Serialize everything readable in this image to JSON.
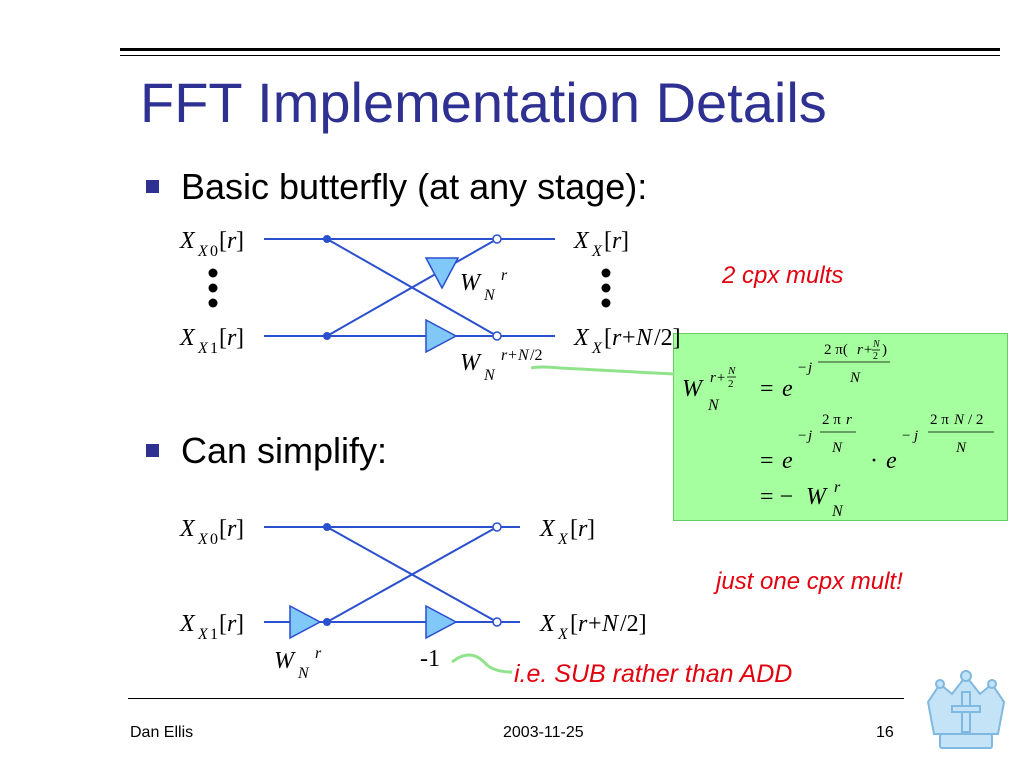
{
  "slide": {
    "title": "FFT Implementation Details",
    "bullets": [
      "Basic butterfly (at any stage):",
      "Can simplify:"
    ],
    "notes": {
      "mults": "2 cpx mults",
      "one_mult": "just one cpx mult!",
      "sub_note": "i.e. SUB rather than ADD"
    },
    "neg_one": "-1"
  },
  "footer": {
    "author": "Dan Ellis",
    "date": "2003-11-25",
    "page": "16"
  },
  "colors": {
    "title": "#2e3192",
    "wire": "#2a4fcf",
    "note_red": "#e3000f",
    "eq_box": "#a6ff9e",
    "amp_fill": "#7fc8f8"
  },
  "icons": {
    "logo": "columbia-crown-logo"
  }
}
